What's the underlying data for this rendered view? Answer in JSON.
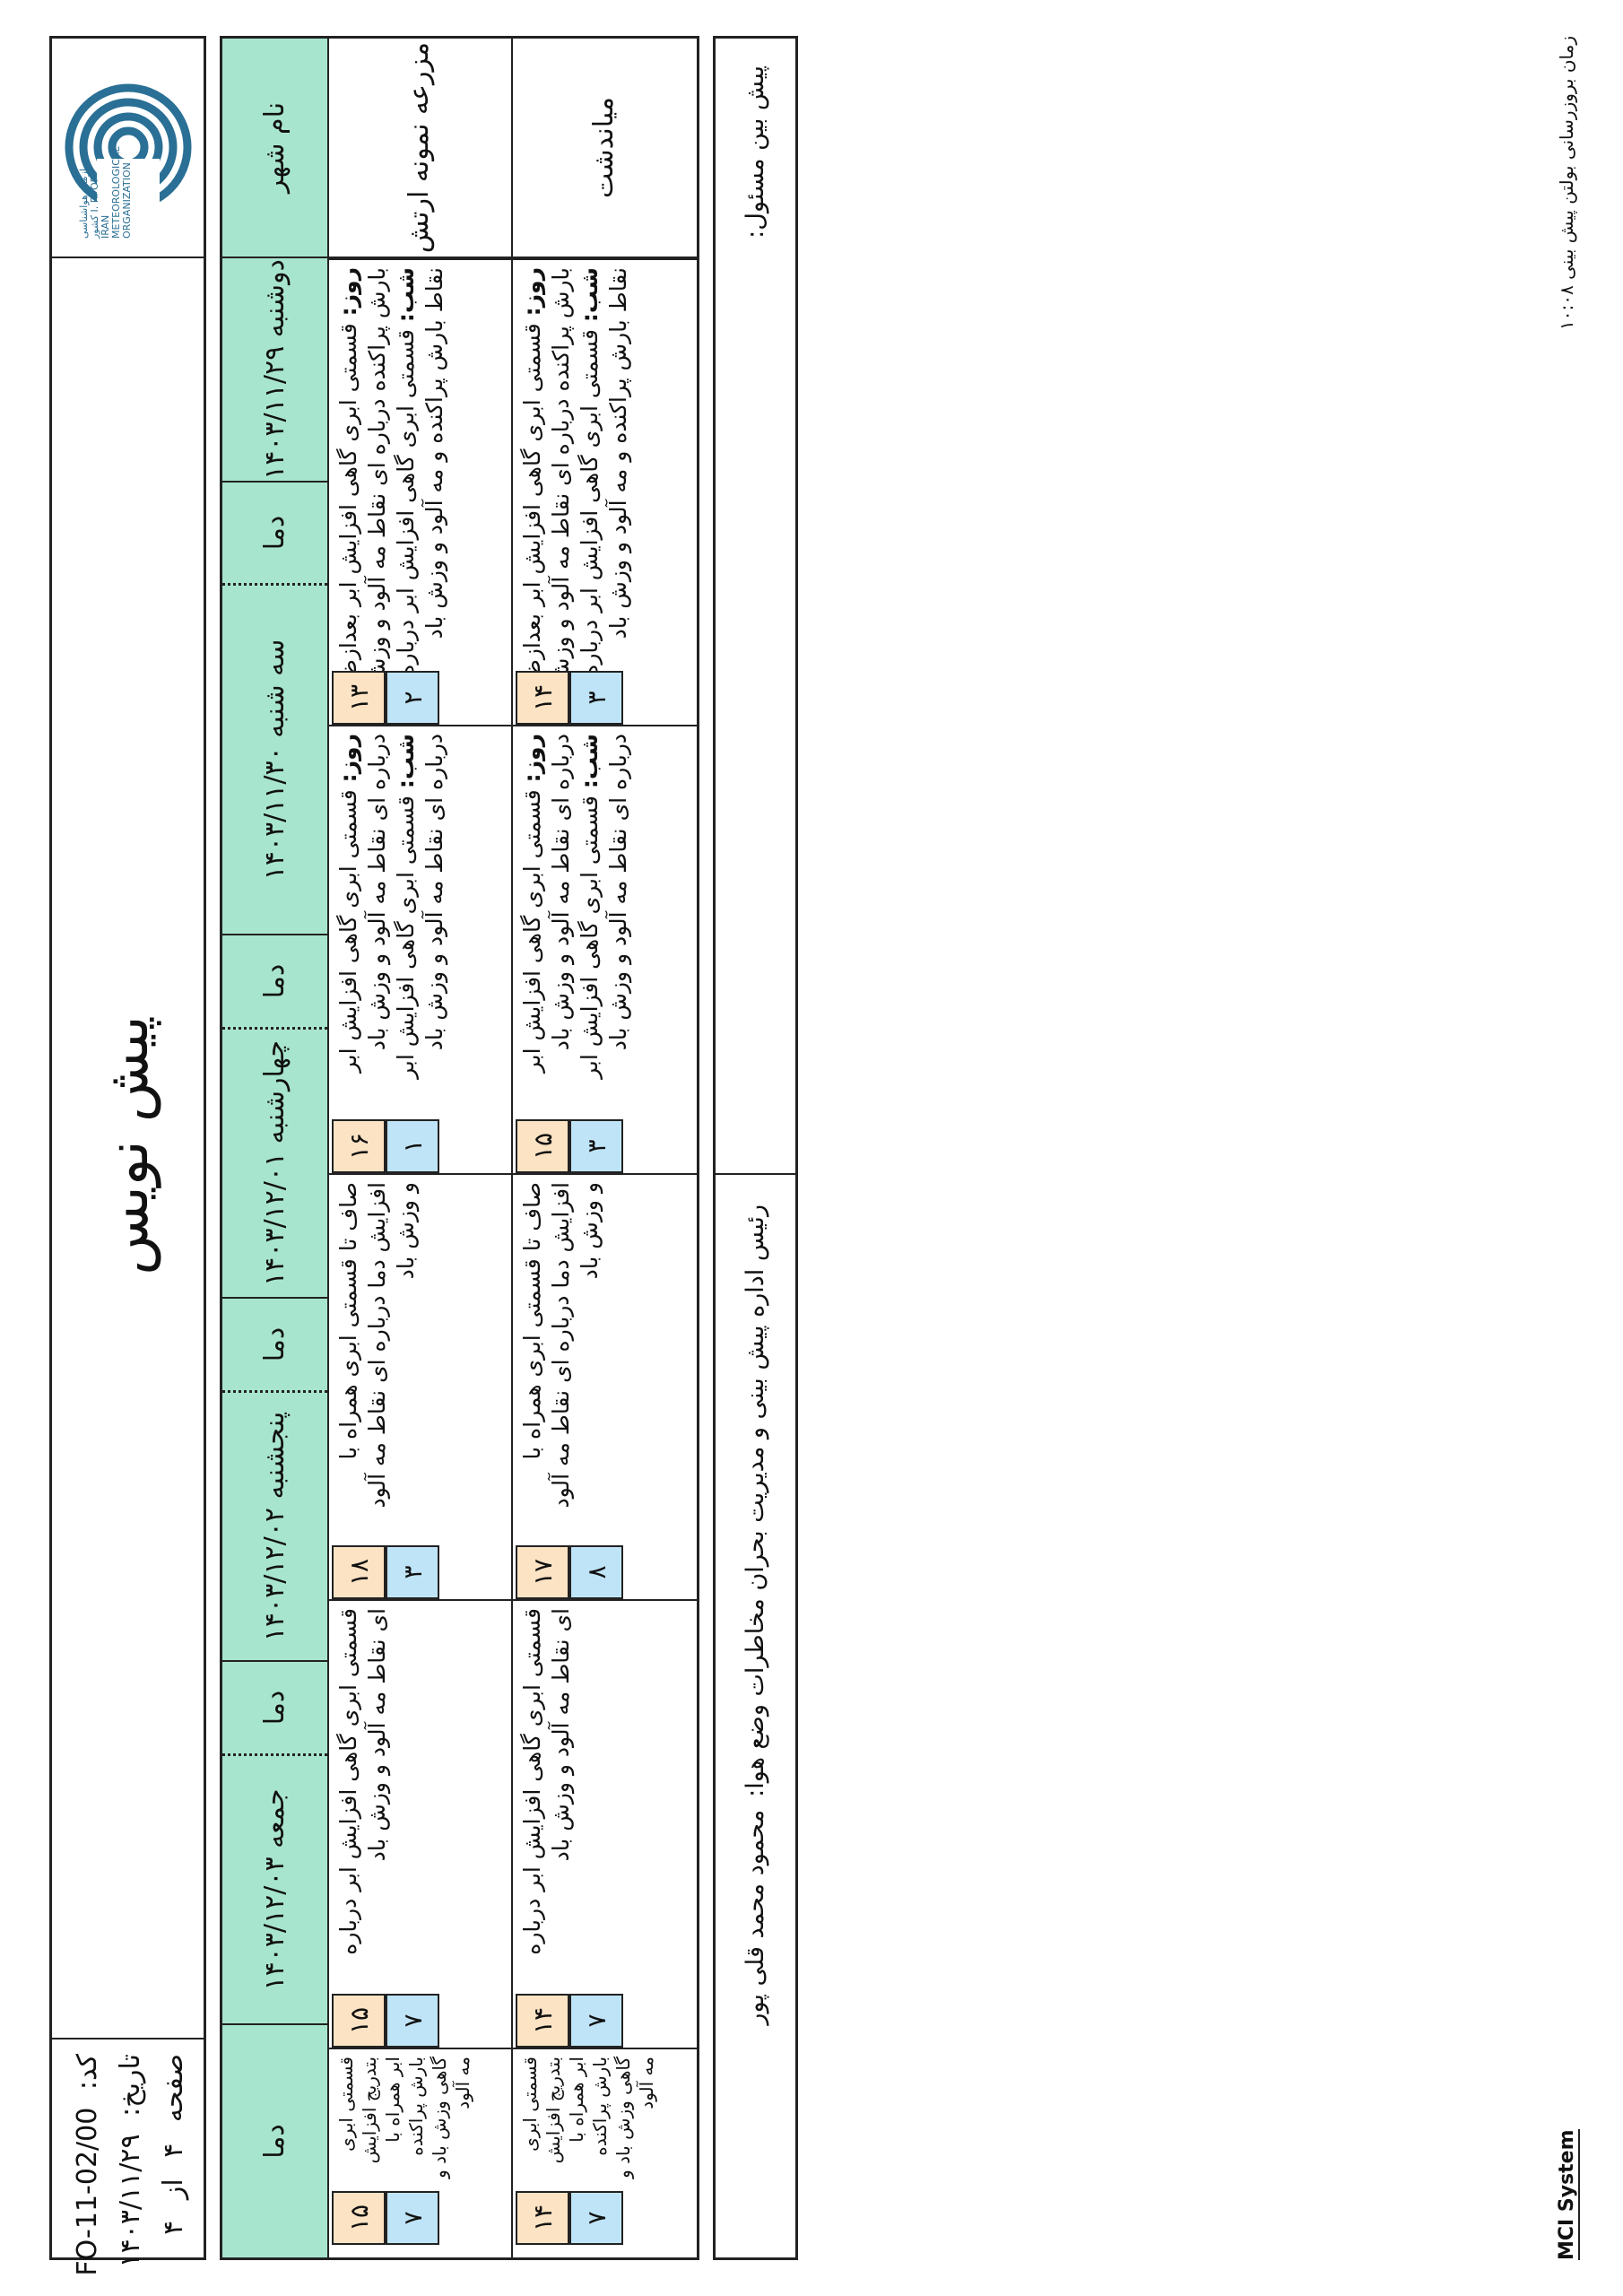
{
  "header": {
    "title": "پیش نویس",
    "code_label": "کد:",
    "code_value": "FO-11-02/00",
    "date_label": "تاریخ:",
    "date_value": "۱۴۰۳/۱۱/۲۹",
    "page_label": "صفحه",
    "page_num": "۴",
    "page_of": "از",
    "page_total": "۴",
    "logo_text": "سازمان هواشناسی کشور I. R. OF IRAN METEOROLOGICAL ORGANIZATION",
    "logo_color": "#2a6f95"
  },
  "table": {
    "city_header": "نام شهر",
    "temp_header": "دما",
    "header_color": "#a8e5cf",
    "max_color": "#fbe3c4",
    "min_color": "#bfe4f7",
    "days": [
      "دوشنبه ۱۴۰۳/۱۱/۲۹",
      "سه شنبه ۱۴۰۳/۱۱/۳۰",
      "چهارشنبه ۱۴۰۳/۱۲/۰۱",
      "پنجشنبه ۱۴۰۳/۱۲/۰۲",
      "جمعه ۱۴۰۳/۱۲/۰۳"
    ],
    "rows": [
      {
        "city": "مزرعه نمونه ارتش",
        "days": [
          {
            "day_label": "روز:",
            "day_text": "قسمتی ابری گاهی افزایش ابر بعدازظهر بارش پراکنده درباره ای نقاط مه آلود و وزش باد",
            "night_label": "شب:",
            "night_text": "قسمتی ابری گاهی افزایش ابر درباره ای نقاط بارش پراکنده و مه آلود و وزش باد",
            "max": "۱۳",
            "min": "۲"
          },
          {
            "day_label": "روز:",
            "day_text": "قسمتی ابری گاهی افزایش ابر درباره ای نقاط مه آلود و وزش باد",
            "night_label": "شب:",
            "night_text": "قسمتی ابری گاهی افزایش ابر درباره ای نقاط مه آلود و وزش باد",
            "max": "۱۶",
            "min": "۱"
          },
          {
            "text": "صاف تا قسمتی ابری همراه با افزایش دما درباره ای نقاط مه آلود و وزش باد",
            "max": "۱۸",
            "min": "۳"
          },
          {
            "text": "قسمتی ابری گاهی افزایش ابر درباره ای نقاط مه آلود و وزش باد",
            "max": "۱۵",
            "min": "۷"
          },
          {
            "text": "قسمتی ابری بتدریج افزایش ابر همراه با بارش پراکنده گاهی وزش باد و مه آلود",
            "max": "۱۵",
            "min": "۷"
          }
        ]
      },
      {
        "city": "میاندشت",
        "days": [
          {
            "day_label": "روز:",
            "day_text": "قسمتی ابری گاهی افزایش ابر بعدازظهر بارش پراکنده درباره ای نقاط مه آلود و وزش باد",
            "night_label": "شب:",
            "night_text": "قسمتی ابری گاهی افزایش ابر درباره ای نقاط بارش پراکنده و مه آلود و وزش باد",
            "max": "۱۴",
            "min": "۳"
          },
          {
            "day_label": "روز:",
            "day_text": "قسمتی ابری گاهی افزایش ابر درباره ای نقاط مه آلود و وزش باد",
            "night_label": "شب:",
            "night_text": "قسمتی ابری گاهی افزایش ابر درباره ای نقاط مه آلود و وزش باد",
            "max": "۱۵",
            "min": "۳"
          },
          {
            "text": "صاف تا قسمتی ابری همراه با افزایش دما درباره ای نقاط مه آلود و وزش باد",
            "max": "۱۷",
            "min": "۸"
          },
          {
            "text": "قسمتی ابری گاهی افزایش ابر درباره ای نقاط مه آلود و وزش باد",
            "max": "۱۴",
            "min": "۷"
          },
          {
            "text": "قسمتی ابری بتدریج افزایش ابر همراه با بارش پراکنده گاهی وزش باد و مه آلود",
            "max": "۱۴",
            "min": "۷"
          }
        ]
      }
    ]
  },
  "footer": {
    "responsible_label": "پیش بین مسئول:",
    "responsible_name": "",
    "head_label": "رئیس اداره پیش بینی و مدیریت بحران مخاطرات وضع هوا:",
    "head_name": "محمود محمد قلی پور"
  },
  "bottom": {
    "system": "MCI System",
    "update_note": "زمان بروزرسانی بولتن پیش بینی ۱۰:۰۸"
  }
}
